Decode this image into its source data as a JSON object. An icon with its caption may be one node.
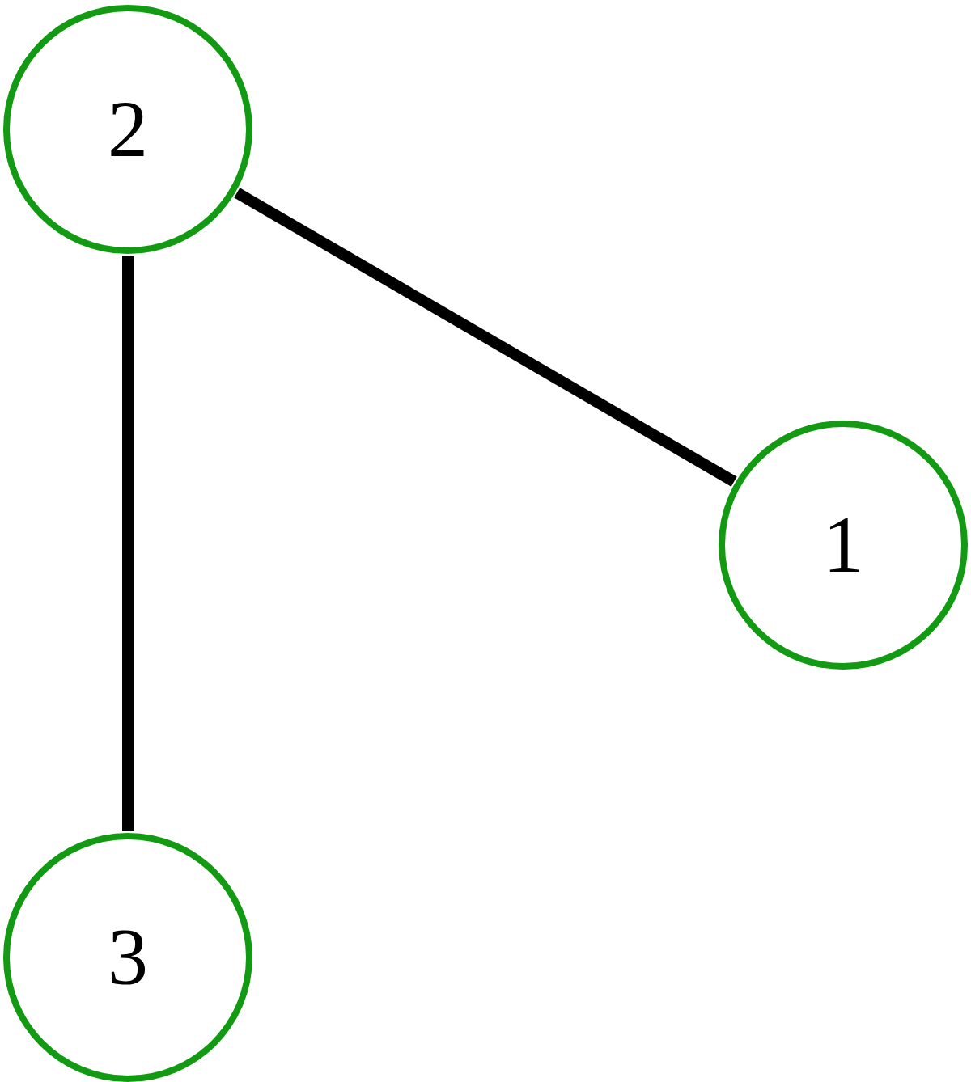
{
  "diagram": {
    "nodes": [
      {
        "text": [
          "2"
        ]
      },
      {
        "text": [
          "1"
        ]
      },
      {
        "text": [
          "3"
        ]
      }
    ],
    "edges": [
      {
        "from": 0,
        "to": 1,
        "arrow": "none"
      },
      {
        "from": 0,
        "to": 2,
        "arrow": "none"
      }
    ]
  }
}
